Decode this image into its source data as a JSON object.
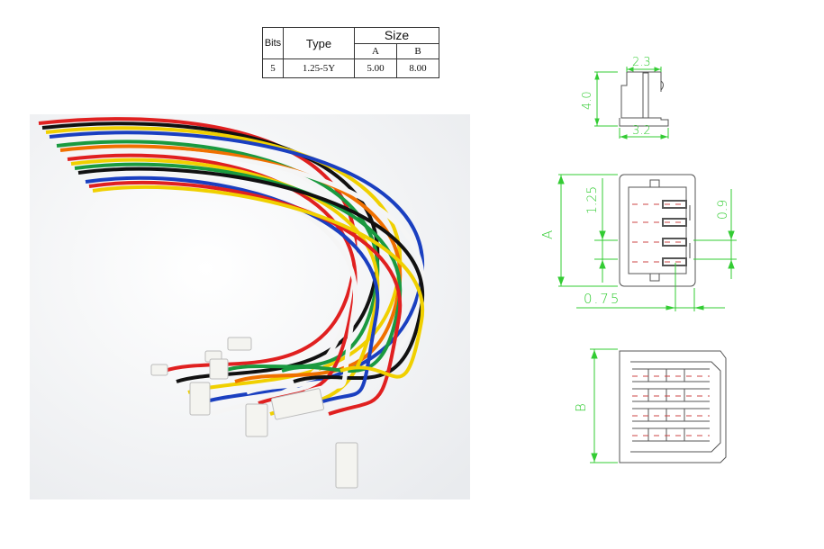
{
  "table": {
    "headers": {
      "bits": "Bits",
      "type": "Type",
      "size": "Size",
      "a": "A",
      "b": "B"
    },
    "rows": [
      {
        "bits": "5",
        "type": "1.25-5Y",
        "a": "5.00",
        "b": "8.00"
      }
    ]
  },
  "drawing": {
    "side_width": "2.3",
    "side_height": "4.0",
    "side_base": "3.2",
    "front_a": "A",
    "pitch": "1.25",
    "pin_width": "0.9",
    "offset": "0.75",
    "bottom_b": "B"
  },
  "colors": {
    "dimension": "#33cc33",
    "outline": "#555555",
    "wires": [
      "#e02020",
      "#111111",
      "#f0d000",
      "#1a3fc0",
      "#ffffff",
      "#1a9a40",
      "#f07000",
      "#ffffff",
      "#e02020",
      "#f0d000",
      "#1a9a40",
      "#111111",
      "#ffffff",
      "#1a3fc0",
      "#e02020",
      "#f0d000"
    ]
  }
}
